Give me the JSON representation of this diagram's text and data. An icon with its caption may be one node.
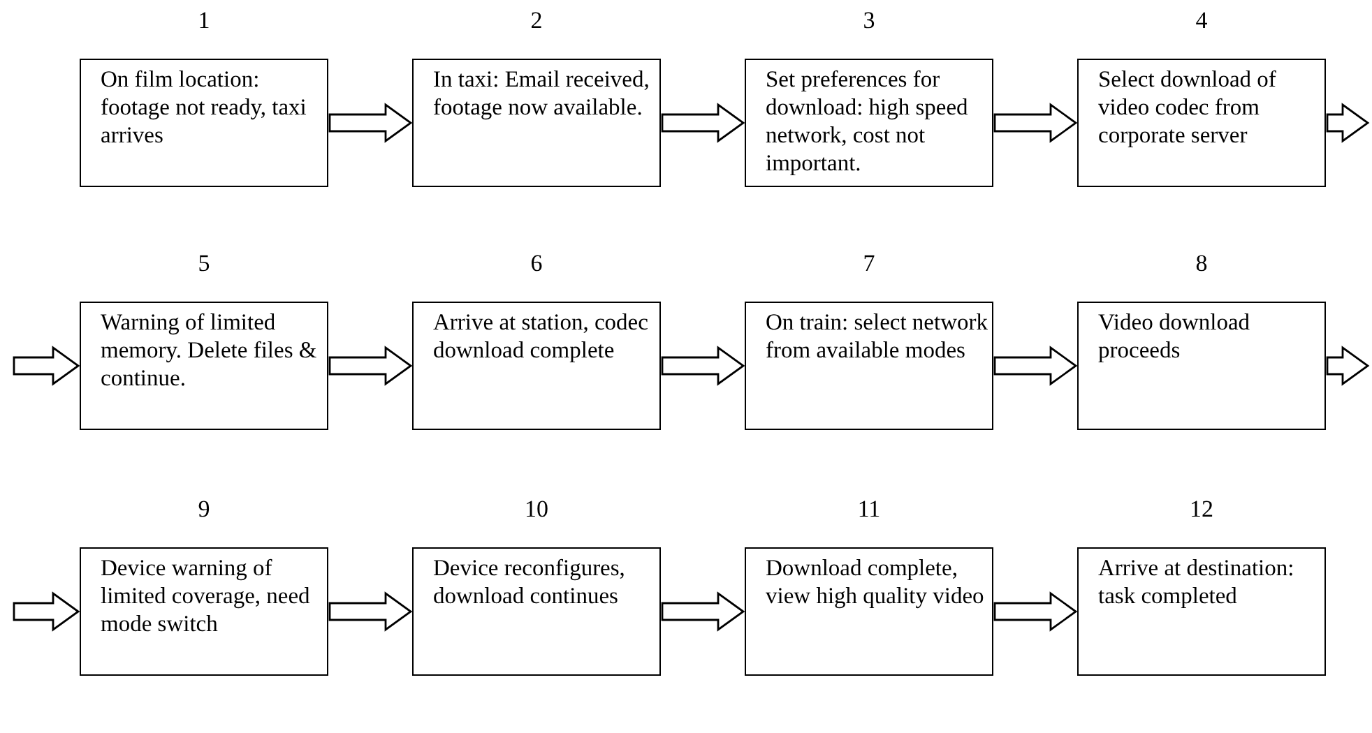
{
  "diagram": {
    "nodes": [
      {
        "text": [
          "On film location: footage not ready, taxi arrives"
        ],
        "beside": [
          "1"
        ]
      },
      {
        "text": [
          "In taxi: Email received, footage now available."
        ],
        "beside": [
          "2"
        ]
      },
      {
        "text": [
          "Set preferences for download: high speed network, cost not important."
        ],
        "beside": [
          "3"
        ]
      },
      {
        "text": [
          "Select download of video codec from corporate server"
        ],
        "beside": [
          "4"
        ]
      },
      {
        "text": [
          "Warning of limited memory. Delete files & continue."
        ],
        "beside": [
          "5"
        ]
      },
      {
        "text": [
          "Arrive at station, codec download complete"
        ],
        "beside": [
          "6"
        ]
      },
      {
        "text": [
          "On train: select network from available modes"
        ],
        "beside": [
          "7"
        ]
      },
      {
        "text": [
          "Video download proceeds"
        ],
        "beside": [
          "8"
        ]
      },
      {
        "text": [
          "Device warning of limited coverage, need mode switch"
        ],
        "beside": [
          "9"
        ]
      },
      {
        "text": [
          "Device reconfigures, download continues"
        ],
        "beside": [
          "10"
        ]
      },
      {
        "text": [
          "Download complete, view high quality video"
        ],
        "beside": [
          "11"
        ]
      },
      {
        "text": [
          "Arrive at destination: task completed"
        ],
        "beside": [
          "12"
        ]
      }
    ],
    "edges": [
      {
        "from": 0,
        "to": 1,
        "arrow": "to"
      },
      {
        "from": 1,
        "to": 2,
        "arrow": "to"
      },
      {
        "from": 2,
        "to": 3,
        "arrow": "to"
      },
      {
        "from": 3,
        "to": null,
        "arrow": "to"
      },
      {
        "from": null,
        "to": 4,
        "arrow": "to"
      },
      {
        "from": 4,
        "to": 5,
        "arrow": "to"
      },
      {
        "from": 5,
        "to": 6,
        "arrow": "to"
      },
      {
        "from": 6,
        "to": 7,
        "arrow": "to"
      },
      {
        "from": 7,
        "to": null,
        "arrow": "to"
      },
      {
        "from": null,
        "to": 8,
        "arrow": "to"
      },
      {
        "from": 8,
        "to": 9,
        "arrow": "to"
      },
      {
        "from": 9,
        "to": 10,
        "arrow": "to"
      },
      {
        "from": 10,
        "to": 11,
        "arrow": "to"
      }
    ]
  }
}
